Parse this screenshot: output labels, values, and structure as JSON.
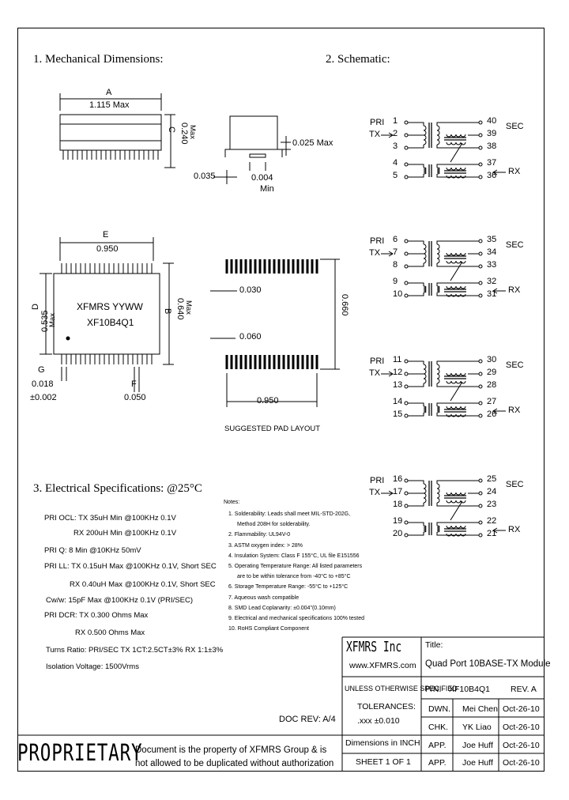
{
  "sections": {
    "mech": "1. Mechanical Dimensions:",
    "schem": "2. Schematic:",
    "elec": "3. Electrical Specifications: @25°C"
  },
  "mech": {
    "dim_a": "A",
    "dim_a_val": "1.115 Max",
    "dim_c": "C",
    "dim_c_val": "0.240",
    "dim_c_max": "Max",
    "side_025": "0.025 Max",
    "side_035": "0.035",
    "side_004": "0.004",
    "side_min": "Min",
    "dim_e": "E",
    "dim_e_val": "0.950",
    "dim_d": "D",
    "dim_d_val": "0.535",
    "dim_d_max": "Max",
    "dim_b": "B",
    "dim_b_val": "0.640",
    "dim_b_max": "Max",
    "marking1": "XFMRS   YYWW",
    "marking2": "XF10B4Q1",
    "dim_g": "G",
    "dim_g_val": "0.018",
    "dim_g_tol": "±0.002",
    "dim_f": "F",
    "dim_f_val": "0.050",
    "pad_030": "0.030",
    "pad_060": "0.060",
    "pad_660": "0.660",
    "pad_950": "0.950",
    "pad_caption": "SUGGESTED PAD LAYOUT"
  },
  "schematic": {
    "ports": [
      {
        "pri": "PRI",
        "tx": "TX",
        "p1": "1",
        "p2": "2",
        "p3": "3",
        "p4": "4",
        "p5": "5",
        "s1": "40",
        "s2": "39",
        "s3": "38",
        "s4": "37",
        "s5": "36",
        "sec": "SEC",
        "rx": "RX"
      },
      {
        "pri": "PRI",
        "tx": "TX",
        "p1": "6",
        "p2": "7",
        "p3": "8",
        "p4": "9",
        "p5": "10",
        "s1": "35",
        "s2": "34",
        "s3": "33",
        "s4": "32",
        "s5": "31",
        "sec": "SEC",
        "rx": "RX"
      },
      {
        "pri": "PRI",
        "tx": "TX",
        "p1": "11",
        "p2": "12",
        "p3": "13",
        "p4": "14",
        "p5": "15",
        "s1": "30",
        "s2": "29",
        "s3": "28",
        "s4": "27",
        "s5": "26",
        "sec": "SEC",
        "rx": "RX"
      },
      {
        "pri": "PRI",
        "tx": "TX",
        "p1": "16",
        "p2": "17",
        "p3": "18",
        "p4": "19",
        "p5": "20",
        "s1": "25",
        "s2": "24",
        "s3": "23",
        "s4": "22",
        "s5": "21",
        "sec": "SEC",
        "rx": "RX"
      }
    ]
  },
  "electrical": [
    "PRI OCL: TX 35uH Min @100KHz 0.1V",
    "RX 200uH Min @100KHz 0.1V",
    "PRI Q: 8 Min @10KHz 50mV",
    "PRI LL: TX 0.15uH Max @100KHz 0.1V, Short SEC",
    "RX 0.40uH Max @100KHz 0.1V, Short SEC",
    "Cw/w: 15pF Max @100KHz 0.1V (PRI/SEC)",
    "PRI DCR: TX 0.300 Ohms Max",
    "RX 0.500 Ohms Max",
    "Turns Ratio: PRI/SEC TX 1CT:2.5CT±3%  RX 1:1±3%",
    "Isolation Voltage: 1500Vrms"
  ],
  "notes": {
    "title": "Notes:",
    "items": [
      "1. Solderability: Leads shall meet MIL-STD-202G,",
      "Method 208H for solderability.",
      "2. Flammability: UL94V-0",
      "3. ASTM oxygen index: > 28%",
      "4. Insulation System: Class F 155°C, UL file E151556",
      "5. Operating Temperature Range: All listed parameters",
      "are to be within tolerance from -40°C to +85°C",
      "6. Storage Temperature Range: -55°C to +125°C",
      "7. Aqueous wash compatible",
      "8. SMD Lead Coplanarity: ±0.004\"(0.10mm)",
      "9. Electrical and mechanical specifications 100% tested",
      "10. RoHS Compliant Component"
    ]
  },
  "doc_rev": "DOC REV: A/4",
  "proprietary": {
    "word": "PROPRIETARY",
    "line1": "Document is the property of XFMRS Group & is",
    "line2": "not allowed to be duplicated without authorization"
  },
  "title_block": {
    "company": "XFMRS Inc",
    "website": "www.XFMRS.com",
    "title_label": "Title:",
    "title": "Quad Port 10BASE-TX Module",
    "unless": "UNLESS OTHERWISE SPECIFIED",
    "tolerances": "TOLERANCES:",
    "tol_val": ".xxx ±0.010",
    "dims": "Dimensions in INCH",
    "sheet": "SHEET 1 OF 1",
    "pn_label": "P/N:",
    "pn": "XF10B4Q1",
    "rev": "REV. A",
    "rows": [
      {
        "role": "DWN.",
        "name": "Mei Chen",
        "date": "Oct-26-10"
      },
      {
        "role": "CHK.",
        "name": "YK Liao",
        "date": "Oct-26-10"
      },
      {
        "role": "APP.",
        "name": "Joe Huff",
        "date": "Oct-26-10"
      }
    ]
  }
}
